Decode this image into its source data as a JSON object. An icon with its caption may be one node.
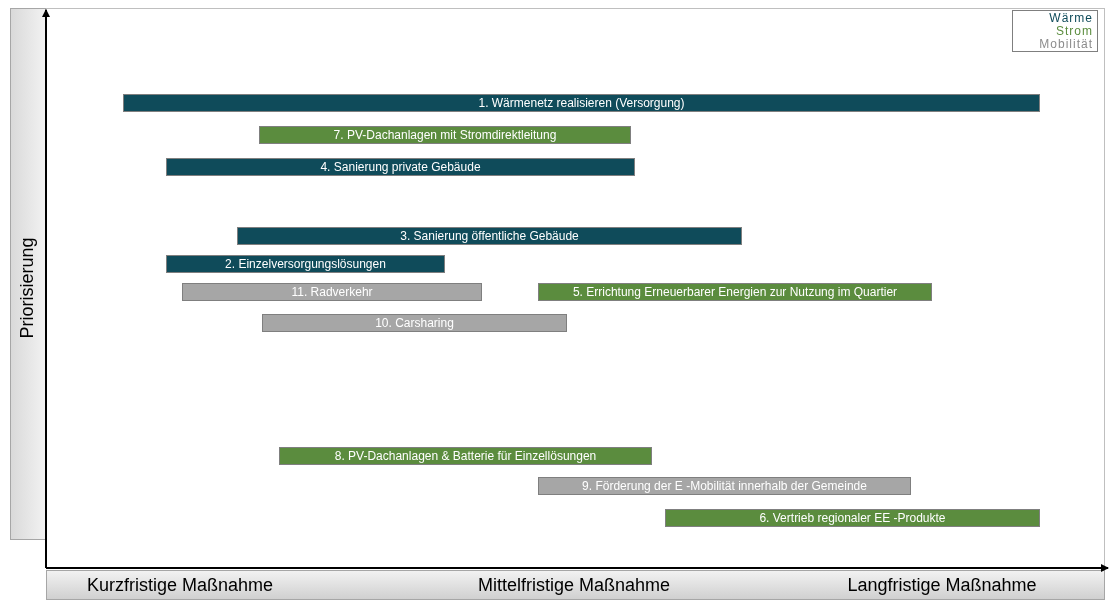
{
  "diagram": {
    "nodes": [
      {
        "text": [
          "1. Wärmenetz realisieren (Versorgung)"
        ]
      },
      {
        "text": [
          "7. PV-Dachanlagen mit Stromdirektleitung"
        ]
      },
      {
        "text": [
          "4. Sanierung private Gebäude"
        ]
      },
      {
        "text": [
          "3. Sanierung öffentliche Gebäude"
        ]
      },
      {
        "text": [
          "2. Einzelversorgungslösungen"
        ]
      },
      {
        "text": [
          "11. Radverkehr"
        ]
      },
      {
        "text": [
          "5. Errichtung Erneuerbarer Energien zur Nutzung im Quartier"
        ]
      },
      {
        "text": [
          "10. Carsharing"
        ]
      },
      {
        "text": [
          "8. PV-Dachanlagen & Batterie für Einzellösungen"
        ]
      },
      {
        "text": [
          "9. Förderung der E -Mobilität innerhalb der Gemeinde"
        ]
      },
      {
        "text": [
          "6. Vertrieb regionaler EE -Produkte"
        ]
      }
    ],
    "labels": [
      "Priorisierung",
      "Kurzfristige Maßnahme",
      "Mittelfristige Maßnahme",
      "Langfristige Maßnahme"
    ],
    "legend": [
      {
        "text": "Wärme",
        "color": "#0f4b5a"
      },
      {
        "text": "Strom",
        "color": "#5b8c3e"
      },
      {
        "text": "Mobilität",
        "color": "#8c8c8c"
      }
    ]
  }
}
